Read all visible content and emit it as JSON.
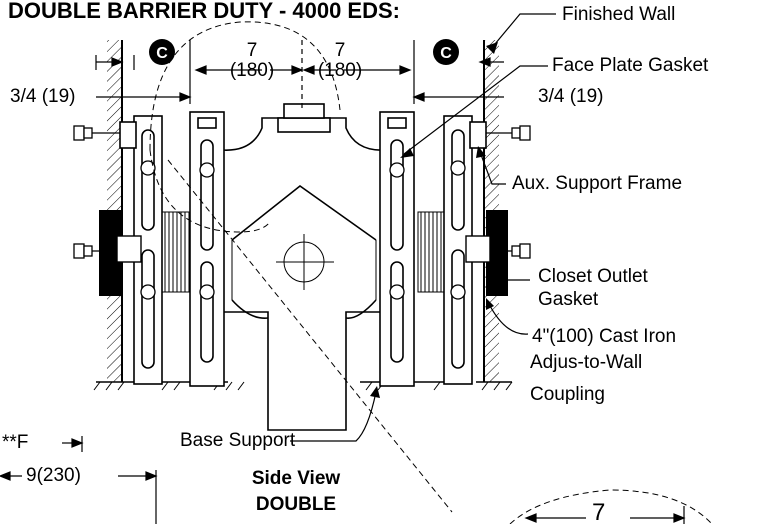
{
  "header": {
    "title": "DOUBLE BARRIER DUTY - 4000 EDS:"
  },
  "callouts": {
    "finished_wall": "Finished Wall",
    "face_plate_gasket": "Face Plate Gasket",
    "aux_support_frame": "Aux. Support Frame",
    "closet_outlet_gasket_1": "Closet Outlet",
    "closet_outlet_gasket_2": "Gasket",
    "coupling_1": "4\"(100) Cast Iron",
    "coupling_2": "Adjus-to-Wall",
    "coupling_3": "Coupling",
    "base_support": "Base Support"
  },
  "dimensions": {
    "left_wall_gap": "3/4 (19)",
    "right_wall_gap": "3/4 (19)",
    "left_offset_in": "7",
    "left_offset_mm": "(180)",
    "right_offset_in": "7",
    "right_offset_mm": "(180)",
    "bottom_f": "**F",
    "bottom_width": "9(230)",
    "detail_value": "7"
  },
  "symbols": {
    "c_marker": "C"
  },
  "view": {
    "name": "Side View",
    "type": "DOUBLE"
  }
}
